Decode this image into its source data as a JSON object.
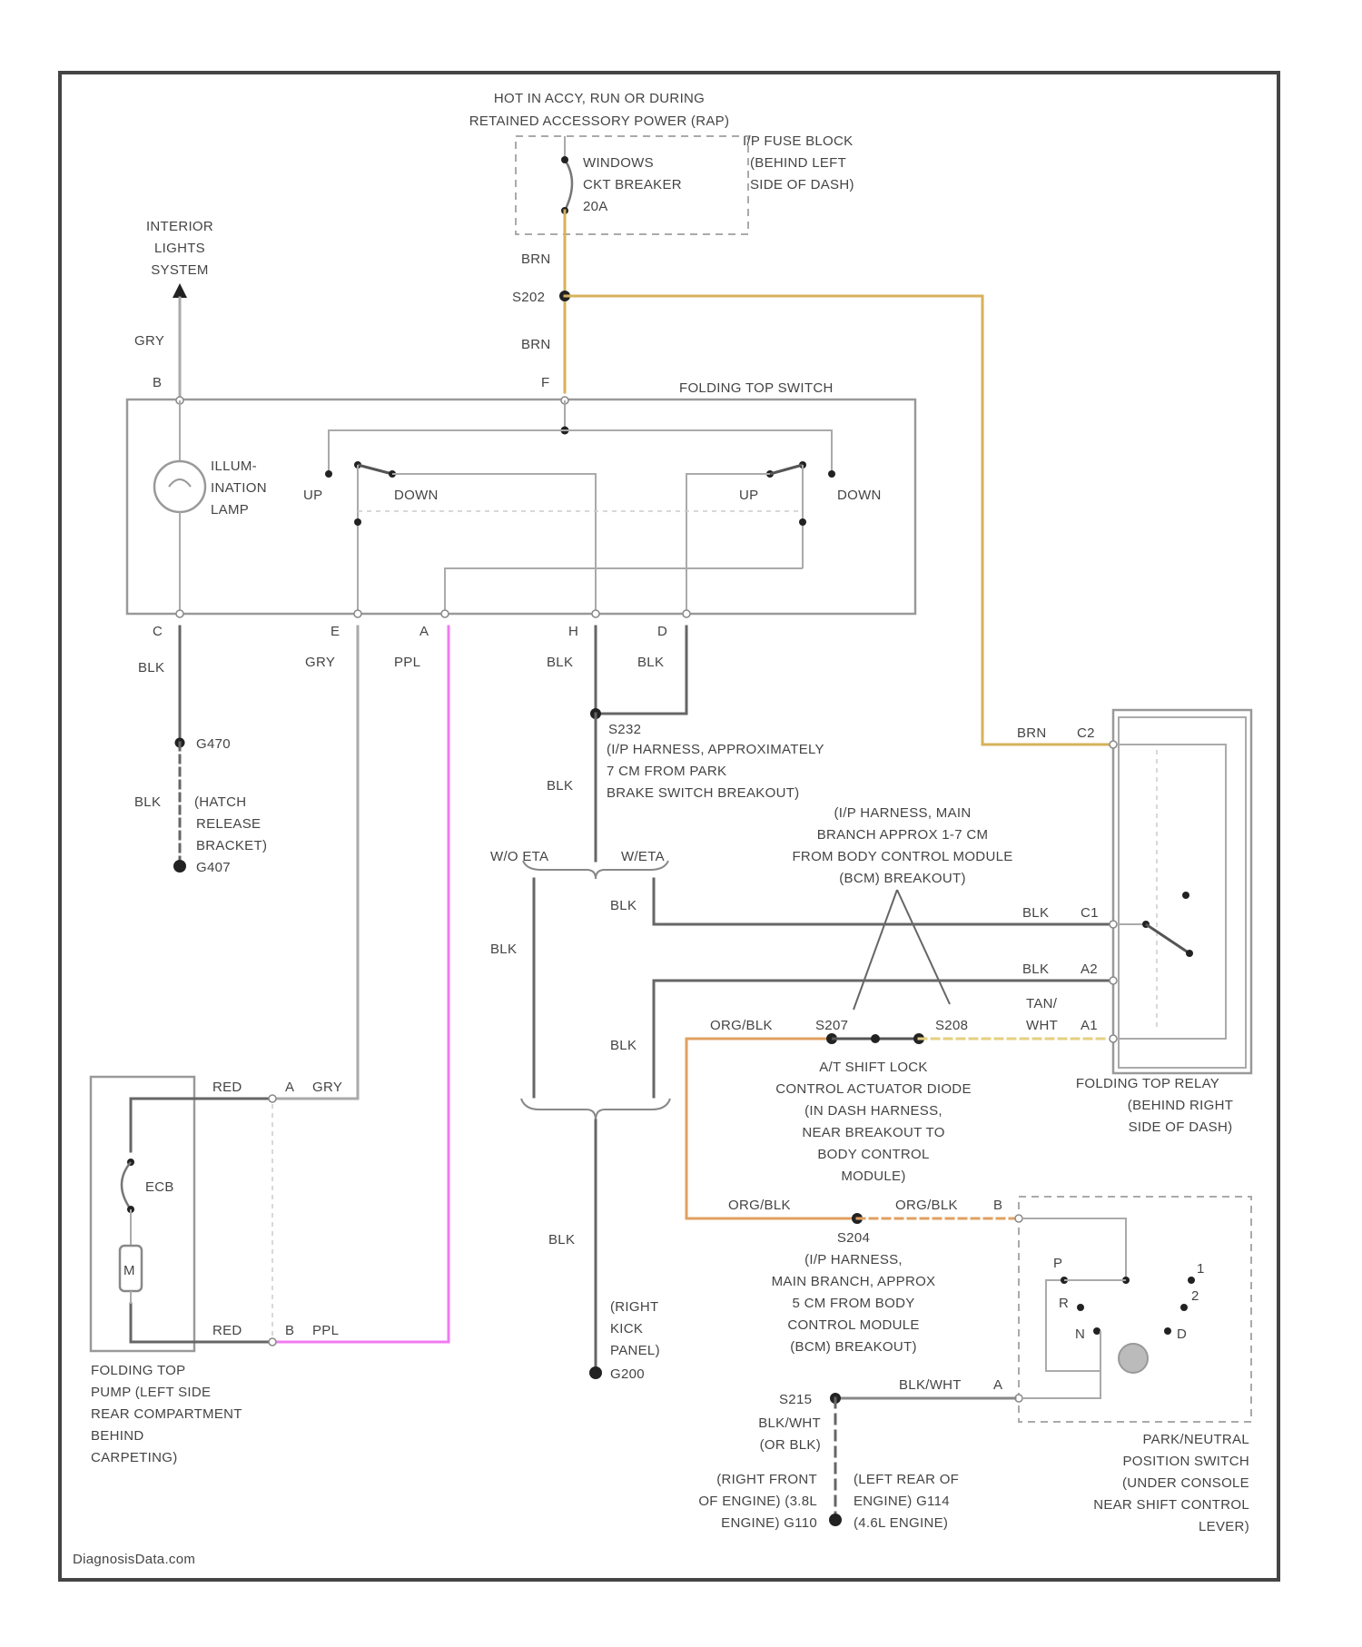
{
  "colors": {
    "frame": "#444444",
    "wire_blk": "#666666",
    "wire_gry": "#aaaaaa",
    "wire_brn": "#d6b25a",
    "wire_ppl": "#f07af0",
    "wire_orgblk": "#e0a060",
    "node": "#222222"
  },
  "power": {
    "source_label_1": "HOT IN ACCY, RUN OR DURING",
    "source_label_2": "RETAINED ACCESSORY POWER (RAP)",
    "breaker_1": "WINDOWS",
    "breaker_2": "CKT BREAKER",
    "breaker_3": "20A",
    "fuse_block_1": "I/P FUSE BLOCK",
    "fuse_block_2": "(BEHIND LEFT",
    "fuse_block_3": "SIDE OF DASH)",
    "wire_brn_1": "BRN",
    "splice_s202": "S202",
    "wire_brn_2": "BRN"
  },
  "interior": {
    "label_1": "INTERIOR",
    "label_2": "LIGHTS",
    "label_3": "SYSTEM",
    "wire_gry": "GRY",
    "pin_b": "B"
  },
  "switch": {
    "title": "FOLDING TOP SWITCH",
    "pin_f": "F",
    "lamp_1": "ILLUM-",
    "lamp_2": "INATION",
    "lamp_3": "LAMP",
    "up_left": "UP",
    "down_left": "DOWN",
    "up_right": "UP",
    "down_right": "DOWN",
    "pin_c": "C",
    "pin_e": "E",
    "pin_a": "A",
    "pin_h": "H",
    "pin_d": "D"
  },
  "bottom_wires": {
    "c_wire": "BLK",
    "e_wire": "GRY",
    "a_wire": "PPL",
    "h_wire": "BLK",
    "d_wire": "BLK"
  },
  "ground_g470": {
    "splice": "G470",
    "wire": "BLK",
    "label_1": "(HATCH",
    "label_2": "RELEASE",
    "label_3": "BRACKET)",
    "ground": "G407"
  },
  "splice_s232": {
    "id": "S232",
    "line_1": "(I/P HARNESS, APPROXIMATELY",
    "line_2": "7 CM FROM PARK",
    "line_3": "BRAKE SWITCH BREAKOUT)",
    "wire": "BLK"
  },
  "body_module_note": {
    "line_1": "(I/P HARNESS, MAIN",
    "line_2": "BRANCH APPROX 1-7 CM",
    "line_3": "FROM BODY CONTROL MODULE",
    "line_4": "(BCM) BREAKOUT)"
  },
  "engine_variants": {
    "left": "W/O ETA",
    "right": "W/ETA",
    "wire_left": "BLK",
    "wire_right_top": "BLK",
    "wire_right_low": "BLK"
  },
  "relay": {
    "wire_brn": "BRN",
    "pin_c2": "C2",
    "wire_blk_c1": "BLK",
    "pin_c1": "C1",
    "wire_blk_a2": "BLK",
    "pin_a2": "A2",
    "wire_tan_1": "TAN/",
    "wire_tan_2": "WHT",
    "pin_a1": "A1",
    "label_1": "FOLDING TOP RELAY",
    "label_2": "(BEHIND RIGHT",
    "label_3": "SIDE OF DASH)"
  },
  "diode": {
    "wire_orgblk": "ORG/BLK",
    "splice_s207": "S207",
    "splice_s208": "S208",
    "label_1": "A/T SHIFT LOCK",
    "label_2": "CONTROL ACTUATOR DIODE",
    "label_3": "(IN DASH HARNESS,",
    "label_4": "NEAR BREAKOUT TO",
    "label_5": "BODY CONTROL",
    "label_6": "MODULE)"
  },
  "pump": {
    "wire_red": "RED",
    "pin_a": "A",
    "wire_gry": "GRY",
    "wire_red_b": "RED",
    "pin_b": "B",
    "wire_ppl": "PPL",
    "breaker": "ECB",
    "motor": "M",
    "label_1": "FOLDING TOP",
    "label_2": "PUMP (LEFT SIDE",
    "label_3": "REAR COMPARTMENT",
    "label_4": "BEHIND",
    "label_5": "CARPETING)"
  },
  "ground_g200": {
    "wire": "BLK",
    "label_1": "(RIGHT",
    "label_2": "KICK",
    "label_3": "PANEL)",
    "ground": "G200"
  },
  "splice_s204": {
    "wire_left": "ORG/BLK",
    "wire_right": "ORG/BLK",
    "pin_b": "B",
    "id": "S204",
    "line_1": "(I/P HARNESS,",
    "line_2": "MAIN BRANCH, APPROX",
    "line_3": "5 CM FROM BODY",
    "line_4": "CONTROL MODULE",
    "line_5": "(BCM) BREAKOUT)"
  },
  "park_switch": {
    "pos_p": "P",
    "pos_r": "R",
    "pos_n": "N",
    "pos_d": "D",
    "pos_2": "2",
    "pos_1": "1",
    "label_1": "PARK/NEUTRAL",
    "label_2": "POSITION SWITCH",
    "label_3": "(UNDER CONSOLE",
    "label_4": "NEAR SHIFT CONTROL",
    "label_5": "LEVER)"
  },
  "ground_g111": {
    "splice": "S215",
    "wire_top": "BLK/WHT",
    "pin_a": "A",
    "wire_1": "BLK/WHT",
    "wire_2": "(OR BLK)",
    "left_1": "(RIGHT FRONT",
    "left_2": "OF ENGINE) (3.8L",
    "left_3": "ENGINE) G110",
    "right_1": "(LEFT REAR OF",
    "right_2": "ENGINE) G114",
    "right_3": "(4.6L ENGINE)"
  },
  "watermark": "DiagnosisData.com"
}
